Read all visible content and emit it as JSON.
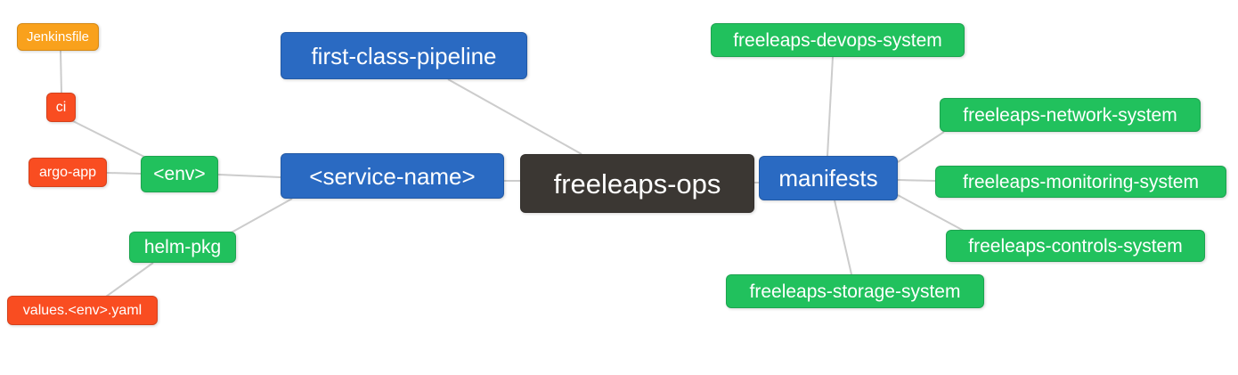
{
  "diagram": {
    "type": "mindmap",
    "root_label": "freeleaps-ops",
    "background": "#ffffff"
  },
  "colors": {
    "root_bg": "#3b3733",
    "branch_blue_bg": "#2a6ac2",
    "leaf_green_bg": "#21c15d",
    "leaf_red_bg": "#f94d21",
    "leaf_orange_bg": "#f9a11c",
    "edge_line": "#cccccc",
    "node_text": "#ffffff"
  },
  "nodes": [
    {
      "id": "jenkinsfile",
      "label": "Jenkinsfile",
      "color": "orange",
      "level": 5
    },
    {
      "id": "ci",
      "label": "ci",
      "color": "red",
      "level": 4
    },
    {
      "id": "argo-app",
      "label": "argo-app",
      "color": "red",
      "level": 4
    },
    {
      "id": "env",
      "label": "<env>",
      "color": "green",
      "level": 3
    },
    {
      "id": "helm-pkg",
      "label": "helm-pkg",
      "color": "green",
      "level": 3
    },
    {
      "id": "values-env-yaml",
      "label": "values.<env>.yaml",
      "color": "red",
      "level": 4
    },
    {
      "id": "first-class-pipeline",
      "label": "first-class-pipeline",
      "color": "blue",
      "level": 2
    },
    {
      "id": "service-name",
      "label": "<service-name>",
      "color": "blue",
      "level": 2
    },
    {
      "id": "freeleaps-ops",
      "label": "freeleaps-ops",
      "color": "dark",
      "level": 1
    },
    {
      "id": "manifests",
      "label": "manifests",
      "color": "blue",
      "level": 2
    },
    {
      "id": "freeleaps-devops-system",
      "label": "freeleaps-devops-system",
      "color": "green",
      "level": 3
    },
    {
      "id": "freeleaps-network-system",
      "label": "freeleaps-network-system",
      "color": "green",
      "level": 3
    },
    {
      "id": "freeleaps-monitoring-system",
      "label": "freeleaps-monitoring-system",
      "color": "green",
      "level": 3
    },
    {
      "id": "freeleaps-controls-system",
      "label": "freeleaps-controls-system",
      "color": "green",
      "level": 3
    },
    {
      "id": "freeleaps-storage-system",
      "label": "freeleaps-storage-system",
      "color": "green",
      "level": 3
    }
  ],
  "edges": [
    {
      "from": "ci",
      "to": "jenkinsfile"
    },
    {
      "from": "env",
      "to": "ci"
    },
    {
      "from": "env",
      "to": "argo-app"
    },
    {
      "from": "service-name",
      "to": "env"
    },
    {
      "from": "service-name",
      "to": "helm-pkg"
    },
    {
      "from": "helm-pkg",
      "to": "values-env-yaml"
    },
    {
      "from": "freeleaps-ops",
      "to": "first-class-pipeline"
    },
    {
      "from": "freeleaps-ops",
      "to": "service-name"
    },
    {
      "from": "freeleaps-ops",
      "to": "manifests"
    },
    {
      "from": "manifests",
      "to": "freeleaps-devops-system"
    },
    {
      "from": "manifests",
      "to": "freeleaps-network-system"
    },
    {
      "from": "manifests",
      "to": "freeleaps-monitoring-system"
    },
    {
      "from": "manifests",
      "to": "freeleaps-controls-system"
    },
    {
      "from": "manifests",
      "to": "freeleaps-storage-system"
    }
  ]
}
